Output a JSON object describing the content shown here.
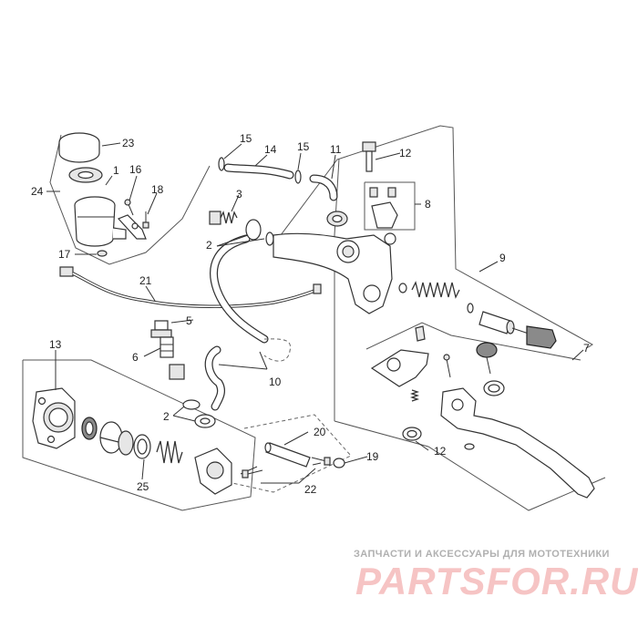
{
  "callouts": {
    "c1": "1",
    "c2a": "2",
    "c2b": "2",
    "c3": "3",
    "c5": "5",
    "c6": "6",
    "c7": "7",
    "c8": "8",
    "c9": "9",
    "c10": "10",
    "c11": "11",
    "c12a": "12",
    "c12b": "12",
    "c13": "13",
    "c14": "14",
    "c15a": "15",
    "c15b": "15",
    "c16": "16",
    "c17": "17",
    "c18": "18",
    "c19": "19",
    "c20": "20",
    "c21": "21",
    "c22": "22",
    "c23": "23",
    "c24": "24",
    "c25": "25"
  },
  "watermark": {
    "caption": "ЗАПЧАСТИ И АКСЕССУАРЫ ДЛЯ МОТОТЕХНИКИ",
    "logo": "PARTSFOR.RU"
  },
  "colors": {
    "line": "#333333",
    "watermark_caption": "#b0b0b0",
    "watermark_logo": "#f6c4c4"
  }
}
